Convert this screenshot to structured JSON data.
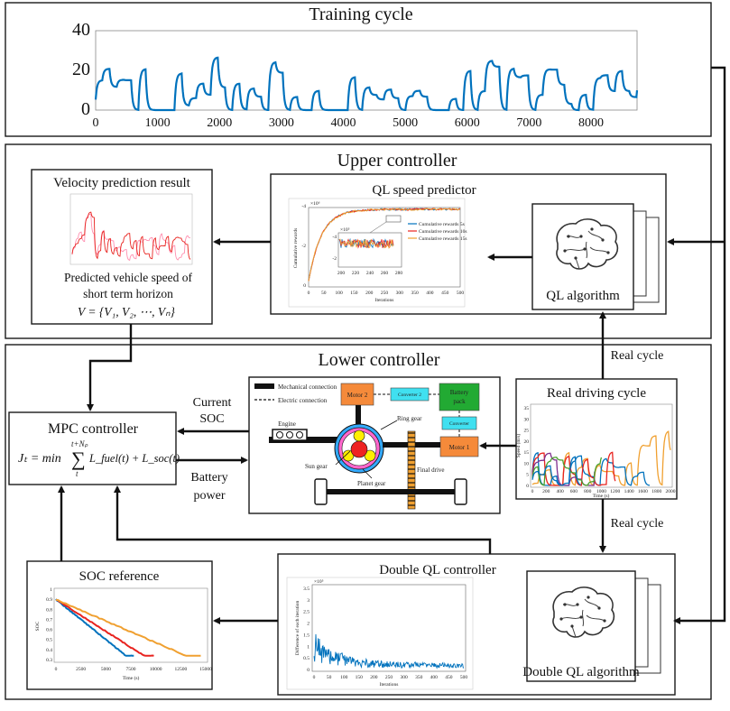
{
  "training_cycle": {
    "title": "Training cycle",
    "y_ticks": [
      "0",
      "20",
      "40"
    ],
    "x_ticks": [
      "0",
      "1000",
      "2000",
      "3000",
      "4000",
      "5000",
      "6000",
      "7000",
      "8000"
    ]
  },
  "upper_controller": {
    "title": "Upper controller",
    "velocity_prediction": {
      "title": "Velocity prediction result",
      "caption_line1": "Predicted vehicle speed of",
      "caption_line2": "short term horizon",
      "formula": "V = {V₁, V₂, ⋯, Vₙ}"
    },
    "ql_speed_predictor": {
      "title": "QL speed predictor",
      "legend": [
        "Cumulative rewards 5s",
        "Cumulative rewards 10s",
        "Cumulative rewards 15s"
      ],
      "ylabel": "Cumulative rewards",
      "xlabel": "Iterations",
      "exp_main": "×10⁶",
      "exp_inset": "×10⁵",
      "x_ticks": [
        "0",
        "50",
        "100",
        "150",
        "200",
        "250",
        "300",
        "350",
        "400",
        "450",
        "500"
      ],
      "y_ticks": [
        "0",
        "-2",
        "-4"
      ],
      "inset_x_ticks": [
        "200",
        "220",
        "240",
        "260",
        "280"
      ],
      "inset_y_ticks": [
        "-2",
        "-4"
      ]
    },
    "ql_algorithm": "QL algorithm"
  },
  "lower_controller": {
    "title": "Lower  controller",
    "mpc": {
      "title": "MPC controller",
      "formula_lhs": "Jₜ = min",
      "formula_sum": "∑",
      "formula_top": "t+Nₚ",
      "formula_bottom": "t",
      "formula_rhs": "L_fuel(t) + L_soc(t)"
    },
    "current_soc_line1": "Current",
    "current_soc_line2": "SOC",
    "battery_power_line1": "Battery",
    "battery_power_line2": "power",
    "powertrain": {
      "legend_mech": "Mechanical connection",
      "legend_elec": "Electric connection",
      "motor2": "Motor 2",
      "converter2": "Converter 2",
      "battery_line1": "Battery",
      "battery_line2": "pack",
      "converter": "Converter",
      "motor1": "Motor 1",
      "engine": "Engine",
      "ring_gear": "Ring gear",
      "sun_gear": "Sun gear",
      "planet_gear": "Planet gear",
      "final_drive": "Final drive"
    },
    "real_driving_cycle": {
      "title": "Real driving cycle",
      "ylabel": "Speed (m/s)",
      "xlabel": "Time (s)",
      "x_ticks": [
        "0",
        "200",
        "400",
        "600",
        "800",
        "1000",
        "1200",
        "1400",
        "1600",
        "1800",
        "2000"
      ],
      "y_ticks": [
        "0",
        "5",
        "10",
        "15",
        "20",
        "25",
        "30",
        "35"
      ]
    },
    "real_cycle_top": "Real cycle",
    "real_cycle_bottom": "Real cycle",
    "soc_reference": {
      "title": "SOC reference",
      "ylabel": "SOC",
      "xlabel": "Time (s)",
      "x_ticks": [
        "0",
        "2500",
        "5000",
        "7500",
        "10000",
        "12500",
        "15000"
      ],
      "y_ticks": [
        "0.3",
        "0.4",
        "0.5",
        "0.6",
        "0.7",
        "0.8",
        "0.9",
        "1"
      ]
    },
    "double_ql_controller": {
      "title": "Double QL controller",
      "ylabel": "Difference of each iteration",
      "xlabel": "Iterations",
      "exp": "×10⁵",
      "x_ticks": [
        "0",
        "50",
        "100",
        "150",
        "200",
        "250",
        "300",
        "350",
        "400",
        "450",
        "500"
      ],
      "y_ticks": [
        "0",
        "0.5",
        "1",
        "1.5",
        "2",
        "2.5",
        "3",
        "3.5"
      ]
    },
    "double_ql_algorithm": "Double QL algorithm"
  },
  "colors": {
    "blue": "#0072bd",
    "red": "#e8231f",
    "orange": "#f0a030",
    "purple": "#7e2f8e",
    "motor": "#f58a3a",
    "converter": "#40e0f0",
    "battery": "#22aa33",
    "ring": "#ff66cc",
    "planet": "#ffee00",
    "sun": "#ee2222",
    "carrier": "#33aaff"
  }
}
